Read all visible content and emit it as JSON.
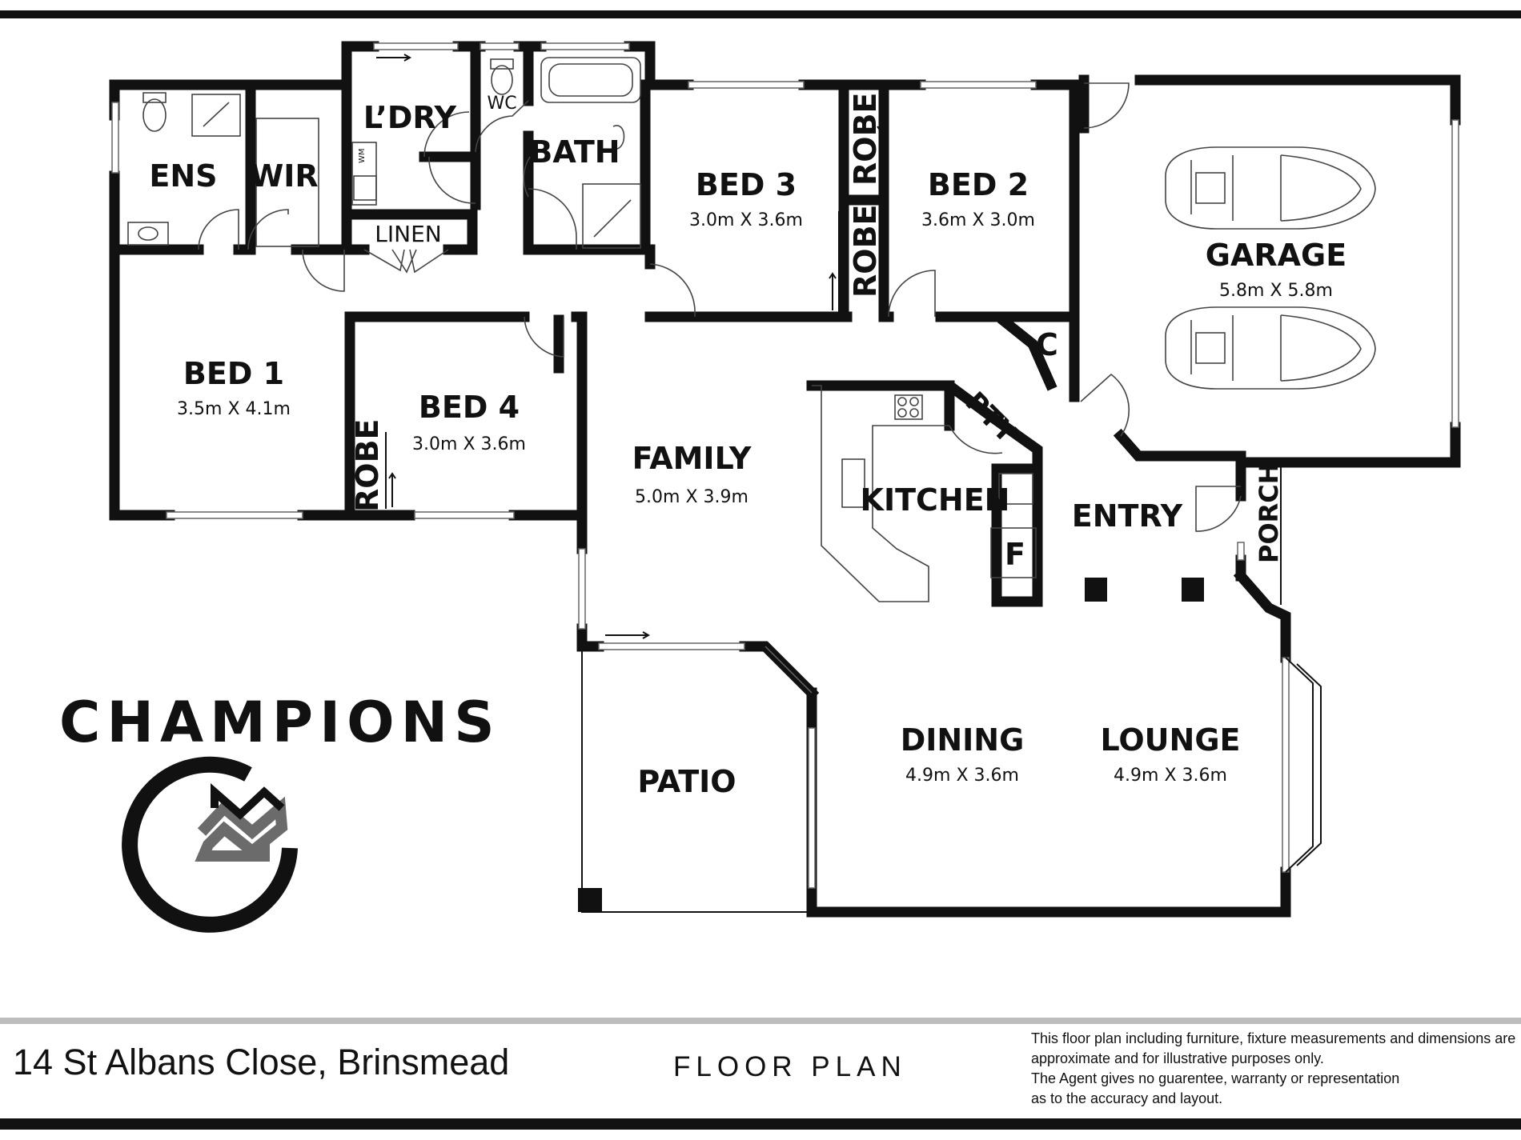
{
  "rooms": {
    "ens": "ENS",
    "wir": "WIR",
    "ldry": "L’DRY",
    "wc": "WC",
    "bath": "BATH",
    "linen": "LINEN",
    "bed3": "BED 3",
    "bed3_dim": "3.0m X 3.6m",
    "robe_a": "ROBE",
    "robe_b": "ROBE",
    "bed2": "BED 2",
    "bed2_dim": "3.6m X 3.0m",
    "garage": "GARAGE",
    "garage_dim": "5.8m X 5.8m",
    "bed1": "BED 1",
    "bed1_dim": "3.5m X 4.1m",
    "bed4": "BED 4",
    "bed4_dim": "3.0m X 3.6m",
    "robe_c": "ROBE",
    "family": "FAMILY",
    "family_dim": "5.0m X 3.9m",
    "kitchen": "KITCHEN",
    "pty": "PTY",
    "c": "C",
    "f": "F",
    "entry": "ENTRY",
    "porch": "PORCH",
    "patio": "PATIO",
    "dining": "DINING",
    "dining_dim": "4.9m X 3.6m",
    "lounge": "LOUNGE",
    "lounge_dim": "4.9m X 3.6m",
    "wm": "WM"
  },
  "brand": {
    "name": "CHAMPIONS",
    "logo_icon": "champions-house-logo-icon"
  },
  "footer": {
    "address": "14 St Albans Close, Brinsmead",
    "floor_plan_label": "FLOOR PLAN",
    "disclaimer_1": "This floor plan including furniture, fixture measurements and dimensions are",
    "disclaimer_2": "approximate and for illustrative purposes only.",
    "disclaimer_3": "The Agent gives no guarentee, warranty or representation",
    "disclaimer_4": "as to the accuracy and layout."
  },
  "colors": {
    "wall": "#111111",
    "logo_grey": "#6b6b6b",
    "rule_grey": "#bdbdbd"
  }
}
